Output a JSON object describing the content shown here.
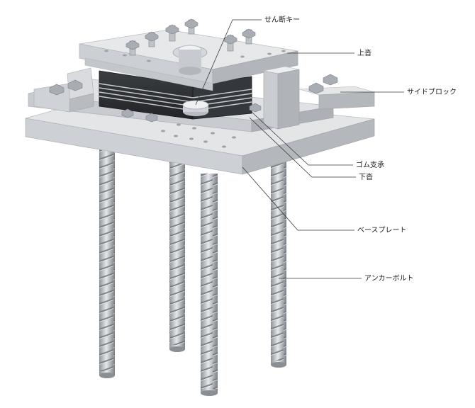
{
  "labels": {
    "shear_key": "せん断キー",
    "upper_plate": "上沓",
    "side_block": "サイドブロック",
    "rubber_bearing": "ゴム支承",
    "lower_plate": "下沓",
    "base_plate": "ベースプレート",
    "anchor_bolt": "アンカーボルト"
  },
  "colors": {
    "steel_light": "#e2e4e6",
    "steel_mid": "#c9ccd0",
    "steel_dark": "#a9adb3",
    "rubber": "#2e3034",
    "shim": "#bfc3c8",
    "bolt": "#9aa0a6"
  }
}
